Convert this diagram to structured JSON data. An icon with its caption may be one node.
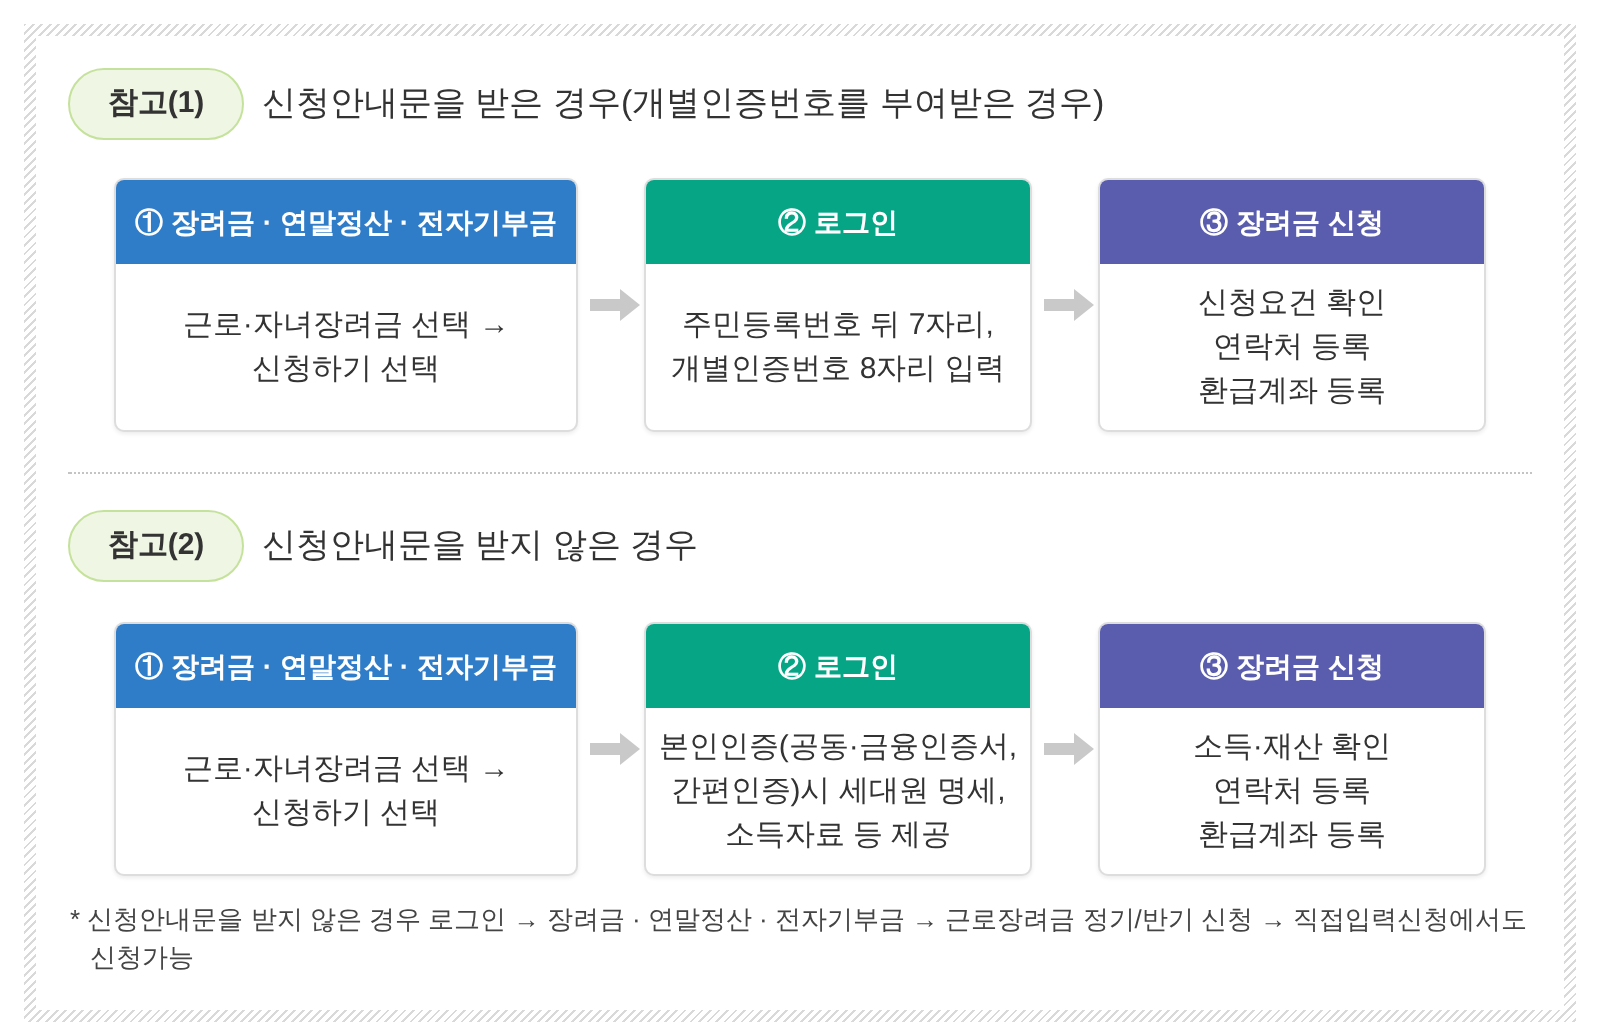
{
  "diagram": {
    "nodes": [
      {
        "text": [
          "참고(1)"
        ],
        "beside": [
          "신청안내문을 받은 경우(개별인증번호를 부여받은 경우)"
        ]
      },
      {
        "text": [
          "① 장려금 · 연말정산 · 전자기부금",
          "근로·자녀장려금 선택 → 신청하기 선택"
        ]
      },
      {
        "text": [
          "② 로그인",
          "주민등록번호 뒤 7자리, 개별인증번호 8자리 입력"
        ]
      },
      {
        "text": [
          "③ 장려금 신청",
          "신청요건 확인 연락처 등록 환급계좌 등록"
        ]
      },
      {
        "text": [
          "참고(2)"
        ],
        "beside": [
          "신청안내문을 받지 않은 경우"
        ]
      },
      {
        "text": [
          "① 장려금 · 연말정산 · 전자기부금",
          "근로·자녀장려금 선택 → 신청하기 선택"
        ]
      },
      {
        "text": [
          "② 로그인",
          "본인인증(공동·금융인증서, 간편인증)시 세대원 명세, 소득자료 등 제공"
        ]
      },
      {
        "text": [
          "③ 장려금 신청",
          "소득·재산 확인 연락처 등록 환급계좌 등록"
        ]
      }
    ],
    "edges": [
      {
        "from": 1,
        "to": 2,
        "arrow": "to"
      },
      {
        "from": 2,
        "to": 3,
        "arrow": "to"
      },
      {
        "from": 5,
        "to": 6,
        "arrow": "to"
      },
      {
        "from": 6,
        "to": 7,
        "arrow": "to"
      }
    ],
    "labels": [
      "* 신청안내문을 받지 않은 경우 로그인 → 장려금 · 연말정산 · 전자기부금 → 근로장려금 정기/반기 신청 → 직접입력신청에서도 신청가능"
    ]
  }
}
